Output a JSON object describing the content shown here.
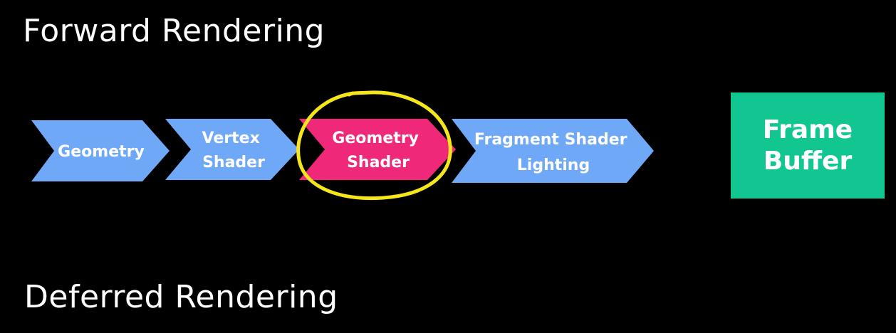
{
  "titles": {
    "forward": "Forward Rendering",
    "deferred": "Deferred Rendering"
  },
  "stages": [
    {
      "lines": [
        "Geometry"
      ],
      "color": "#6ea8f7",
      "highlighted": false
    },
    {
      "lines": [
        "Vertex",
        "Shader"
      ],
      "color": "#6ea8f7",
      "highlighted": false
    },
    {
      "lines": [
        "Geometry",
        "Shader"
      ],
      "color": "#f0287a",
      "highlighted": true
    },
    {
      "lines": [
        "Fragment Shader",
        "Lighting"
      ],
      "color": "#6ea8f7",
      "highlighted": false
    }
  ],
  "framebuffer": {
    "line1": "Frame",
    "line2": "Buffer",
    "color": "#12c692"
  },
  "highlight_color": "#f5e61c"
}
